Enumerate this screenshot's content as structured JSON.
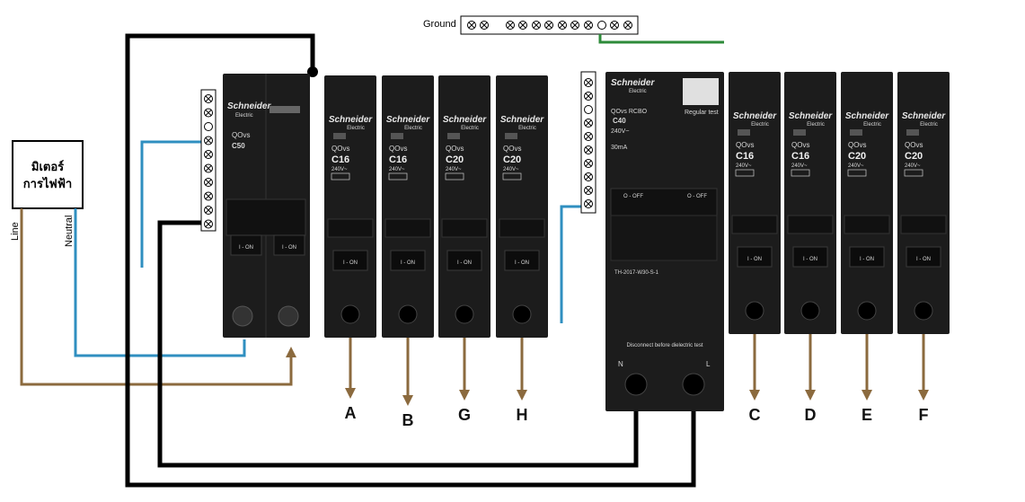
{
  "meter": {
    "line1": "มิเตอร์",
    "line2": "การไฟฟ้า"
  },
  "wire_labels": {
    "line": "Line",
    "neutral": "Neutral",
    "ground": "Ground"
  },
  "main_breaker": {
    "brand": "Schneider",
    "brand_sub": "Electric",
    "model": "QOvs",
    "rating": "C50",
    "on_label_1": "I - ON",
    "on_label_2": "I - ON"
  },
  "rcbo": {
    "brand": "Schneider",
    "brand_sub": "Electric",
    "model": "QOvs RCBO",
    "rating": "C40",
    "voltage": "240V~",
    "trip": "30mA",
    "test_label": "Regular test",
    "off_label_1": "O - OFF",
    "off_label_2": "O - OFF",
    "part_no": "TH-2017-W30-S-1",
    "warning": "Disconnect before dielectric test",
    "terminal_n": "N",
    "terminal_l": "L"
  },
  "breakers": [
    {
      "brand": "Schneider",
      "brand_sub": "Electric",
      "model": "QOvs",
      "rating": "C16",
      "voltage": "240V~",
      "switch": "I - ON",
      "circuit": "A"
    },
    {
      "brand": "Schneider",
      "brand_sub": "Electric",
      "model": "QOvs",
      "rating": "C16",
      "voltage": "240V~",
      "switch": "I - ON",
      "circuit": "B"
    },
    {
      "brand": "Schneider",
      "brand_sub": "Electric",
      "model": "QOvs",
      "rating": "C20",
      "voltage": "240V~",
      "switch": "I - ON",
      "circuit": "G"
    },
    {
      "brand": "Schneider",
      "brand_sub": "Electric",
      "model": "QOvs",
      "rating": "C20",
      "voltage": "240V~",
      "switch": "I - ON",
      "circuit": "H"
    },
    {
      "brand": "Schneider",
      "brand_sub": "Electric",
      "model": "QOvs",
      "rating": "C16",
      "voltage": "240V~",
      "switch": "I - ON",
      "circuit": "C"
    },
    {
      "brand": "Schneider",
      "brand_sub": "Electric",
      "model": "QOvs",
      "rating": "C16",
      "voltage": "240V~",
      "switch": "I - ON",
      "circuit": "D"
    },
    {
      "brand": "Schneider",
      "brand_sub": "Electric",
      "model": "QOvs",
      "rating": "C20",
      "voltage": "240V~",
      "switch": "I - ON",
      "circuit": "E"
    },
    {
      "brand": "Schneider",
      "brand_sub": "Electric",
      "model": "QOvs",
      "rating": "C20",
      "voltage": "240V~",
      "switch": "I - ON",
      "circuit": "F"
    }
  ],
  "colors": {
    "line_wire": "#8b6a3e",
    "neutral_wire": "#2f8fc0",
    "ground_wire": "#2e8b3a",
    "bus_wire": "#000000",
    "breaker_body": "#1c1c1c"
  }
}
